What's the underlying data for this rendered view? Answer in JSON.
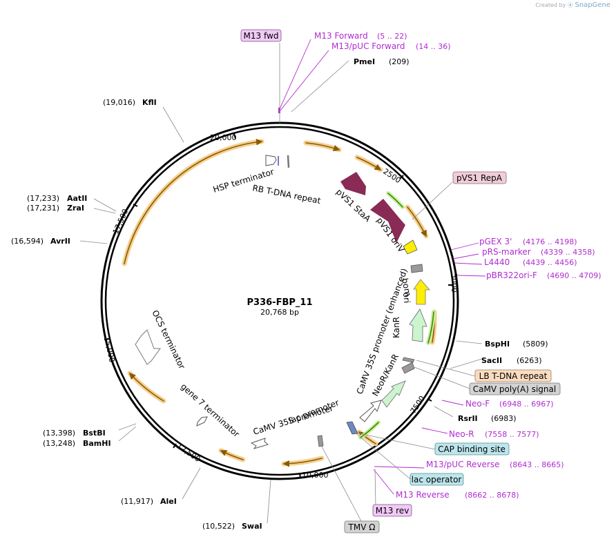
{
  "branding": {
    "created_by": "Created by",
    "product": "SnapGene"
  },
  "plasmid": {
    "name": "P336-FBP_11",
    "length": "20,768 bp"
  },
  "ruler": [
    "20,000",
    "2500",
    "5000",
    "7500",
    "10,000",
    "12,500",
    "15,000",
    "17,500"
  ],
  "enzymes": [
    {
      "name": "KflI",
      "pos": "(19,016)",
      "site": 19016
    },
    {
      "name": "AatII",
      "pos": "(17,233)",
      "site": 17233
    },
    {
      "name": "ZraI",
      "pos": "(17,231)",
      "site": 17231
    },
    {
      "name": "AvrII",
      "pos": "(16,594)",
      "site": 16594
    },
    {
      "name": "BstBI",
      "pos": "(13,398)",
      "site": 13398
    },
    {
      "name": "BamHI",
      "pos": "(13,248)",
      "site": 13248
    },
    {
      "name": "AleI",
      "pos": "(11,917)",
      "site": 11917
    },
    {
      "name": "SwaI",
      "pos": "(10,522)",
      "site": 10522
    },
    {
      "name": "PmeI",
      "pos": "(209)",
      "site": 209
    },
    {
      "name": "BspHI",
      "pos": "(5809)",
      "site": 5809
    },
    {
      "name": "SacII",
      "pos": "(6263)",
      "site": 6263
    },
    {
      "name": "RsrII",
      "pos": "(6983)",
      "site": 6983
    }
  ],
  "primers": [
    {
      "name": "M13 Forward",
      "range": "(5 .. 22)"
    },
    {
      "name": "M13/pUC Forward",
      "range": "(14 .. 36)"
    },
    {
      "name": "pGEX 3'",
      "range": "(4176 .. 4198)"
    },
    {
      "name": "pRS-marker",
      "range": "(4339 .. 4358)"
    },
    {
      "name": "L4440",
      "range": "(4439 .. 4456)"
    },
    {
      "name": "pBR322ori-F",
      "range": "(4690 .. 4709)"
    },
    {
      "name": "Neo-F",
      "range": "(6948 .. 6967)"
    },
    {
      "name": "Neo-R",
      "range": "(7558 .. 7577)"
    },
    {
      "name": "M13/pUC Reverse",
      "range": "(8643 .. 8665)"
    },
    {
      "name": "M13 Reverse",
      "range": "(8662 .. 8678)"
    }
  ],
  "boxed_labels": {
    "m13_fwd": "M13 fwd",
    "pvs1_repa": "pVS1 RepA",
    "lb_tdna": "LB T-DNA repeat",
    "camv_polya": "CaMV poly(A) signal",
    "cap_binding": "CAP binding site",
    "lac_operator": "lac operator",
    "m13_rev": "M13 rev",
    "tmv": "TMV Ω"
  },
  "features": {
    "hsp_terminator": "HSP terminator",
    "rb_tdna": "RB T-DNA repeat",
    "pvs1_staa": "pVS1 StaA",
    "pvs1_oriv": "pVS1 oriV",
    "bom": "bom",
    "ori": "ori",
    "kanr": "KanR",
    "camv35s_enh": "CaMV 35S promoter (enhanced)",
    "neor": "NeoR/KanR",
    "lac_promoter": "lac promoter",
    "camv35s": "CaMV 35S promoter",
    "gene7": "gene 7 terminator",
    "ocs": "OCS terminator"
  }
}
